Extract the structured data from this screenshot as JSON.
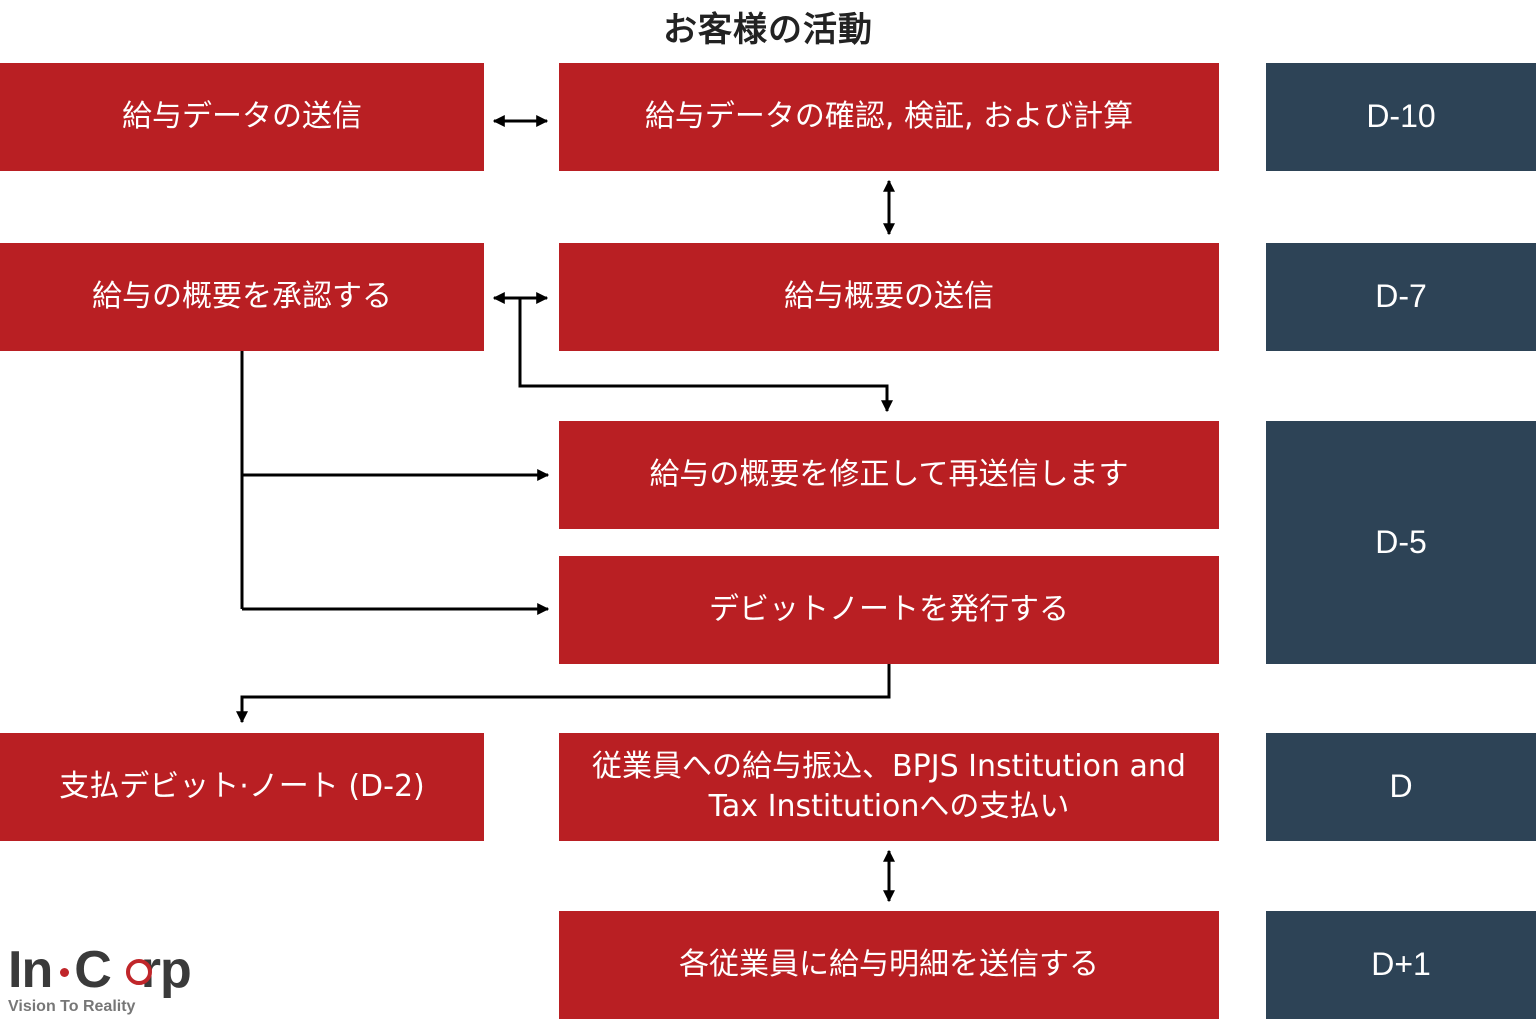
{
  "title": "お客様の活動",
  "steps": {
    "send_data": "給与データの送信",
    "verify": "給与データの確認, 検証, および計算",
    "approve": "給与の概要を承認する",
    "send_summary": "給与概要の送信",
    "revise": "給与の概要を修正して再送信します",
    "debit_issue": "デビットノートを発行する",
    "pay_debit": "支払デビット·ノート (D-2)",
    "transfer": "従業員への給与振込、BPJS Institution and Tax Institutionへの支払い",
    "payslip": "各従業員に給与明細を送信する"
  },
  "days": {
    "d10": "D-10",
    "d7": "D-7",
    "d5": "D-5",
    "d0": "D",
    "d1": "D+1"
  },
  "logo": {
    "word": "In.Corp",
    "word_left": "In",
    "word_mid": "C",
    "word_right": "rp",
    "tagline": "Vision To Reality"
  },
  "colors": {
    "step_red": "#b91f23",
    "day_navy": "#2d4356",
    "connector": "#000000"
  }
}
